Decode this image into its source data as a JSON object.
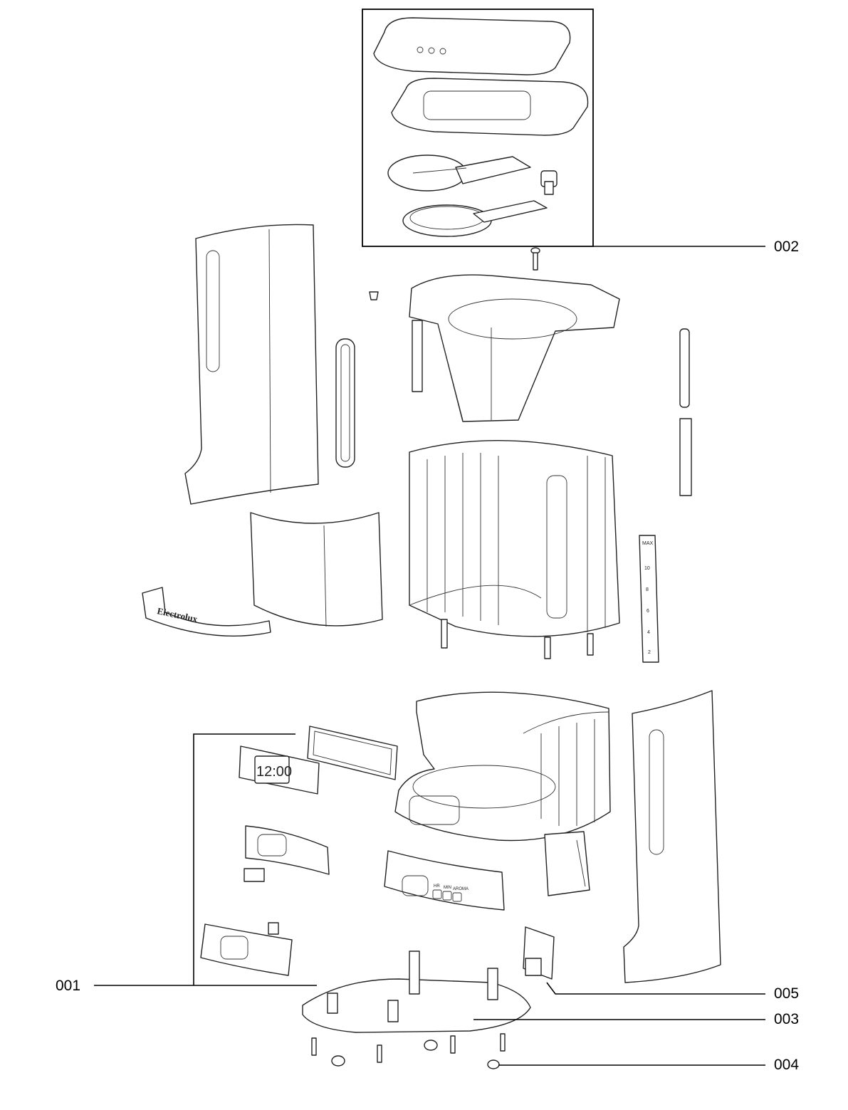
{
  "callouts": {
    "c001": "001",
    "c002": "002",
    "c003": "003",
    "c004": "004",
    "c005": "005"
  },
  "markings": {
    "brand": "Electrolux",
    "clock": "12:00",
    "scale_top": "MAX",
    "scale_values": [
      "10",
      "8",
      "6",
      "4",
      "2"
    ],
    "buttons": [
      "HR",
      "MIN",
      "AROMA"
    ]
  }
}
